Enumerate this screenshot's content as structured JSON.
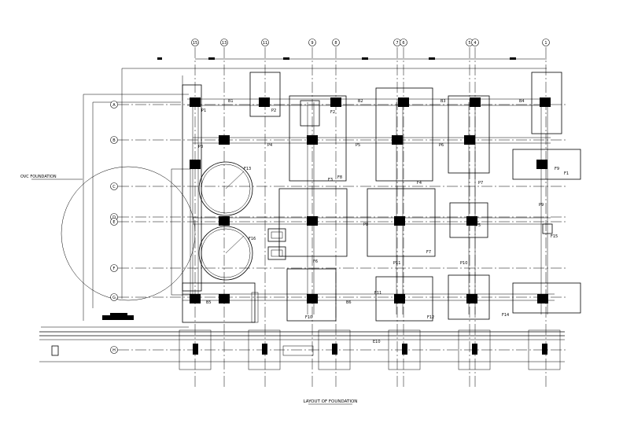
{
  "title": "LAYOUT OF FOUNDATION",
  "ovc_label": "OVC FOUNDATION",
  "small_label": "E10",
  "grid_top": [
    "15",
    "13",
    "11",
    "9",
    "8",
    "7",
    "6",
    "5",
    "4",
    "1"
  ],
  "grid_left": [
    "A",
    "B",
    "C",
    "D",
    "E",
    "F",
    "G",
    "H"
  ],
  "footings": [
    "F1",
    "F2",
    "F3",
    "F4",
    "F5",
    "F6",
    "F7",
    "F8",
    "F9",
    "F10",
    "F11",
    "F12",
    "F13",
    "F14",
    "F15",
    "F16"
  ],
  "piers": [
    "P1",
    "P2",
    "P3",
    "P4",
    "P5",
    "P6",
    "P7",
    "P8",
    "P9",
    "P10",
    "P11"
  ],
  "beams": [
    "B1",
    "B2",
    "B3",
    "B4",
    "B5",
    "B6"
  ],
  "colors": {
    "line": "#000000",
    "background": "#ffffff"
  }
}
